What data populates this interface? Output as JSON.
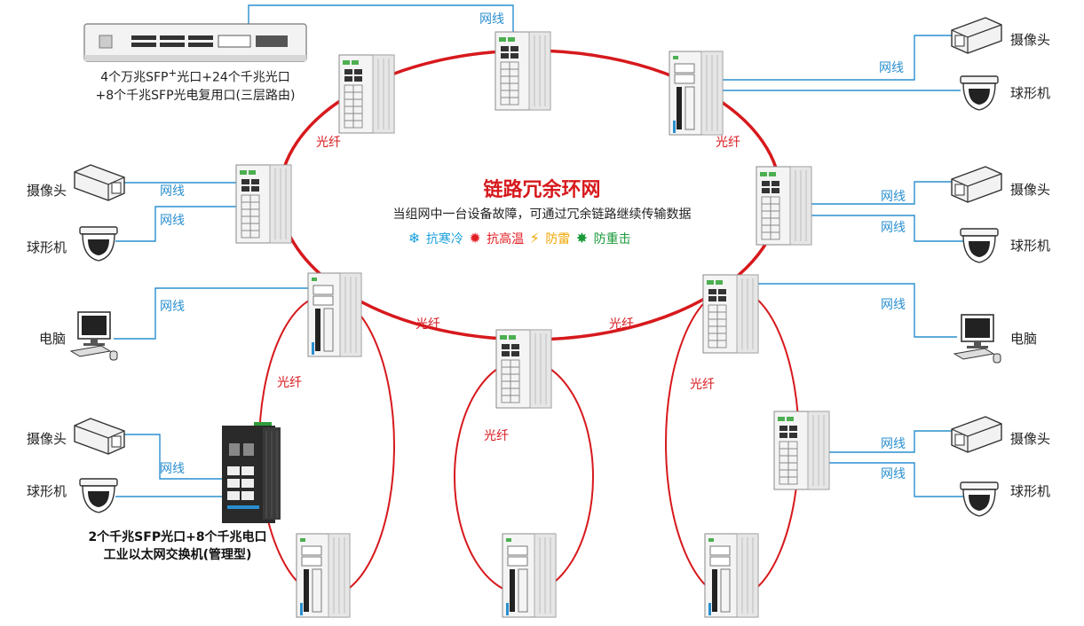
{
  "diagram": {
    "title": "链路冗余环网",
    "subtitle": "当组网中一台设备故障，可通过冗余链路继续传输数据",
    "features": [
      {
        "icon": "snowflake-icon",
        "label": "抗寒冷",
        "color": "#1aa0dc"
      },
      {
        "icon": "sun-icon",
        "label": "抗高温",
        "color": "#e31e24"
      },
      {
        "icon": "lightning-icon",
        "label": "防雷",
        "color": "#f0a500"
      },
      {
        "icon": "burst-icon",
        "label": "防重击",
        "color": "#1a9a3a"
      }
    ],
    "core_switch_caption": {
      "line1_prefix": "4个万兆SFP",
      "line1_sup": "+",
      "line1_suffix": "光口+24个千兆光口",
      "line2": "+8个千兆SFP光电复用口(三层路由)"
    },
    "black_switch_caption": {
      "line1": "2个千兆SFP光口+8个千兆电口",
      "line2": "工业以太网交换机(管理型)"
    },
    "link_labels": {
      "fiber": "光纤",
      "ethernet": "网线"
    },
    "device_labels": {
      "camera": "摄像头",
      "dome": "球形机",
      "pc": "电脑"
    },
    "colors": {
      "fiber": "#d7191d",
      "ethernet": "#2a8fd0",
      "title": "#d7191d"
    }
  }
}
